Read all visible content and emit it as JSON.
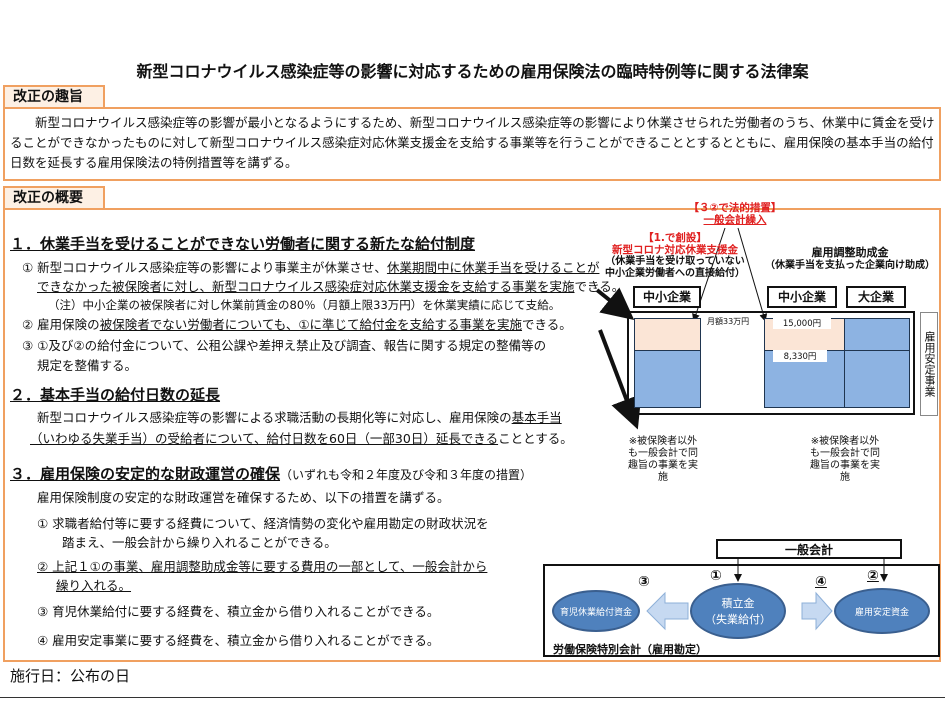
{
  "title": "新型コロナウイルス感染症等の影響に対応するための雇用保険法の臨時特例等に関する法律案",
  "purpose": {
    "label": "改正の趣旨",
    "text": "新型コロナウイルス感染症等の影響が最小となるようにするため、新型コロナウイルス感染症等の影響により休業させられた労働者のうち、休業中に賃金を受けることができなかったものに対して新型コロナウイルス感染症対応休業支援金を支給する事業等を行うことができることとするとともに、雇用保険の基本手当の給付日数を延長する雇用保険法の特例措置等を講ずる。"
  },
  "overview": {
    "label": "改正の概要",
    "s1": {
      "heading": "１．休業手当を受けることができない労働者に関する新たな給付制度",
      "i1a": "①  新型コロナウイルス感染症等の影響により事業主が休業させ、",
      "i1b": "休業期間中に休業手当を受けることが",
      "i1c": "できなかった被保険者に対し、新型コロナウイルス感染症対応休業支援金を支給する事業を実施",
      "i1d": "できる。",
      "note": "（注）中小企業の被保険者に対し休業前賃金の80％（月額上限33万円）を休業実績に応じて支給。",
      "i2a": "②  雇用保険の",
      "i2b": "被保険者でない労働者についても、①に準じて給付金を支給する事業を実施",
      "i2c": "できる。",
      "i3a": "③  ①及び②の給付金について、公租公課や差押え禁止及び調査、報告に関する規定の整備等の",
      "i3b": "規定を整備する。"
    },
    "s2": {
      "heading": "２．基本手当の給付日数の延長",
      "l1a": "新型コロナウイルス感染症等の影響による求職活動の長期化等に対応し、雇用保険の",
      "l1b": "基本手当",
      "l2": "（いわゆる失業手当）の受給者について、給付日数を60日（一部30日）延長できる",
      "l2b": "こととする。"
    },
    "s3": {
      "heading": "３．雇用保険の安定的な財政運営の確保",
      "sub": "（いずれも令和２年度及び令和３年度の措置）",
      "intro": "雇用保険制度の安定的な財政運営を確保するため、以下の措置を講ずる。",
      "i1a": "①  求職者給付等に要する経費について、経済情勢の変化や雇用勘定の財政状況を",
      "i1b": "踏まえ、一般会計から繰り入れることができる。",
      "i2a": "②  上記１①の事業、雇用調整助成金等に要する費用の一部として、一般会計から",
      "i2b": "繰り入れる。",
      "i3": "③  育児休業給付に要する経費を、積立金から借り入れることができる。",
      "i4": "④  雇用安定事業に要する経費を、積立金から借り入れることができる。"
    }
  },
  "diagram": {
    "law": "【３②で法的措置】",
    "transfer": "一般会計繰入",
    "created": "【1.で創設】",
    "new_benefit": "新型コロナ対応休業支援金",
    "new_desc1": "（休業手当を受け取っていない",
    "new_desc2": "中小企業労働者への直接給付）",
    "subsidy": "雇用調整助成金",
    "subsidy_desc": "（休業手当を支払った企業向け助成）",
    "sme": "中小企業",
    "sme2": "中小企業",
    "large": "大企業",
    "cap": "月額33万円",
    "amt1": "15,000円",
    "amt2": "8,330円",
    "side": "雇用安定事業",
    "note1": "※被保険者以外も一般会計で同趣旨の事業を実施",
    "note2": "※被保険者以外も一般会計で同趣旨の事業を実施"
  },
  "flow": {
    "general": "一般会計",
    "reserve": "積立金",
    "reserve_sub": "（失業給付）",
    "childcare": "育児休業給付資金",
    "stability": "雇用安定資金",
    "account": "労働保険特別会計（雇用勘定）",
    "n1": "①",
    "n2": "②",
    "n3": "③",
    "n4": "④"
  },
  "footer": "施行日：公布の日"
}
